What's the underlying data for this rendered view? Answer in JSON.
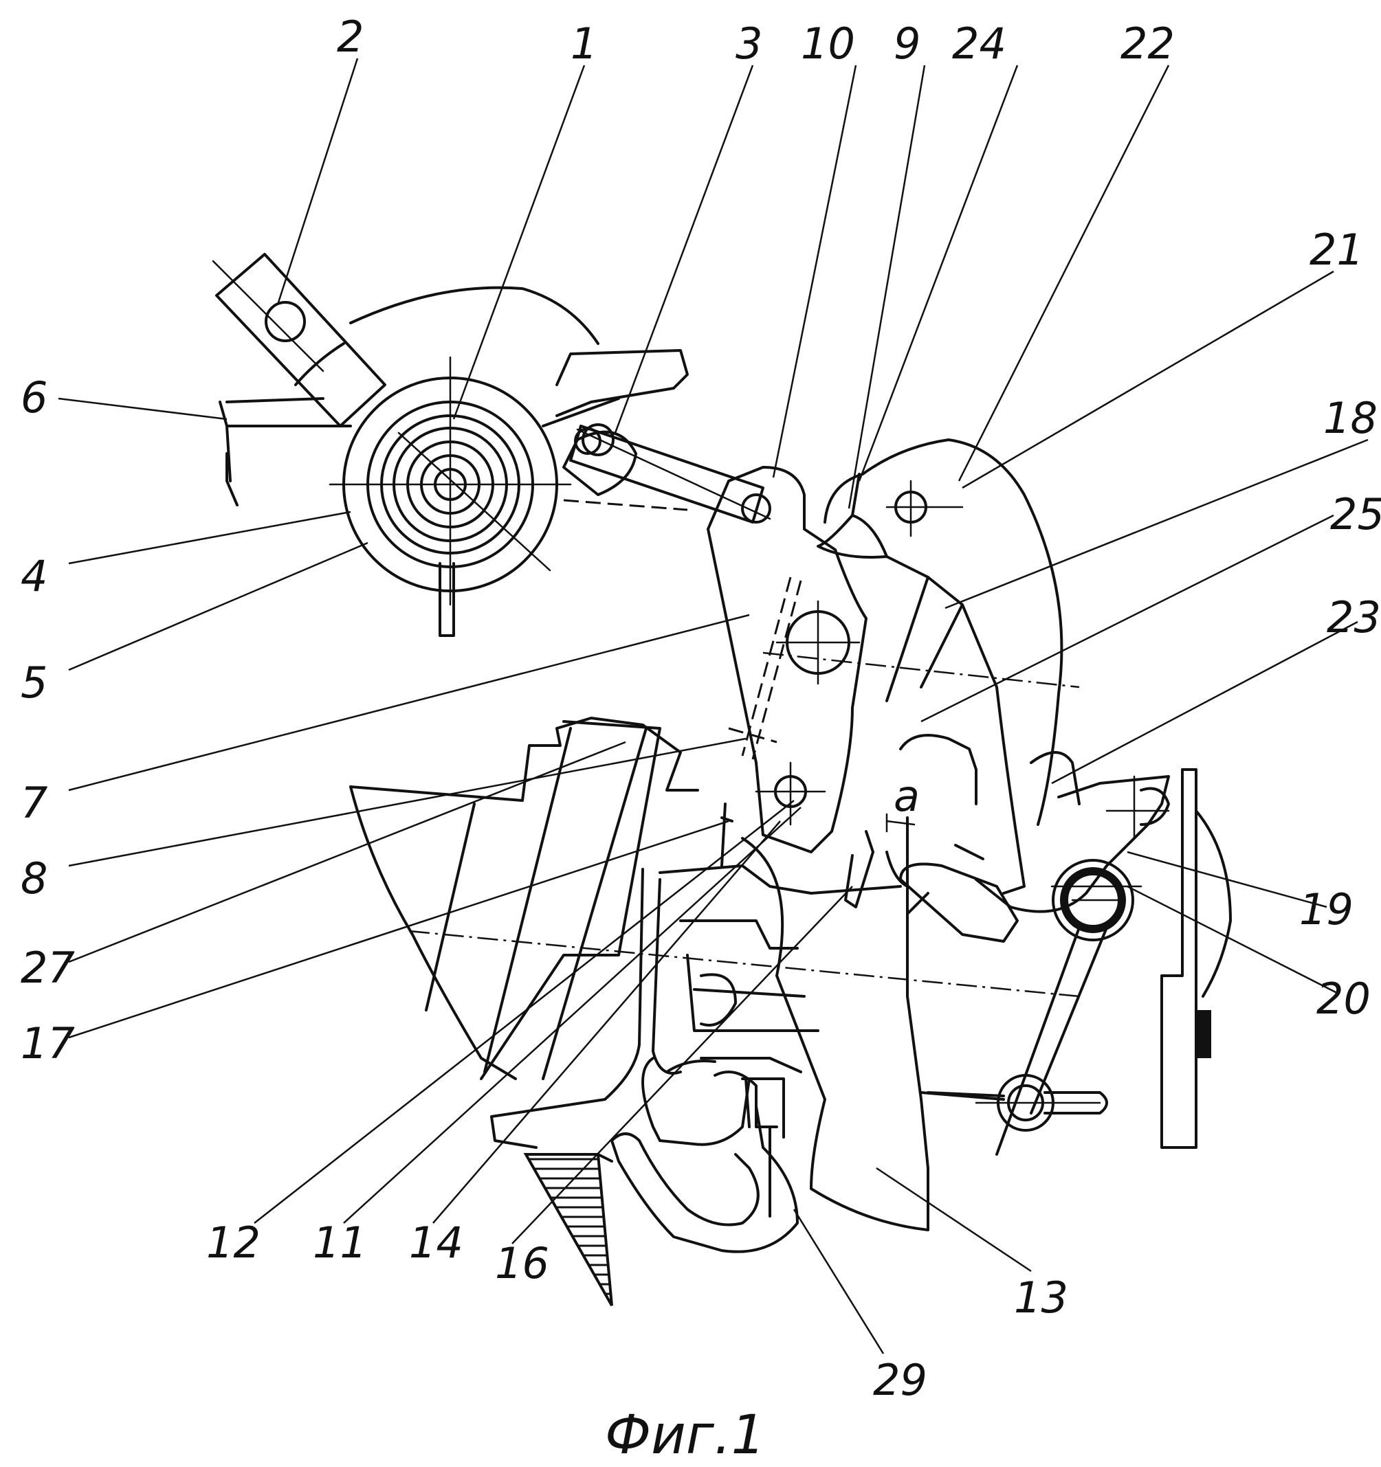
{
  "labels": {
    "l1": "1",
    "l2": "2",
    "l3": "3",
    "l4": "4",
    "l5": "5",
    "l6": "6",
    "l7": "7",
    "l8": "8",
    "l9": "9",
    "l10": "10",
    "l11": "11",
    "l12": "12",
    "l13": "13",
    "l14": "14",
    "l16": "16",
    "l17": "17",
    "l18": "18",
    "l19": "19",
    "l20": "20",
    "l21": "21",
    "l22": "22",
    "l23": "23",
    "l24": "24",
    "l25": "25",
    "l27": "27",
    "l29": "29",
    "la": "a"
  },
  "caption": "Фиг.1"
}
